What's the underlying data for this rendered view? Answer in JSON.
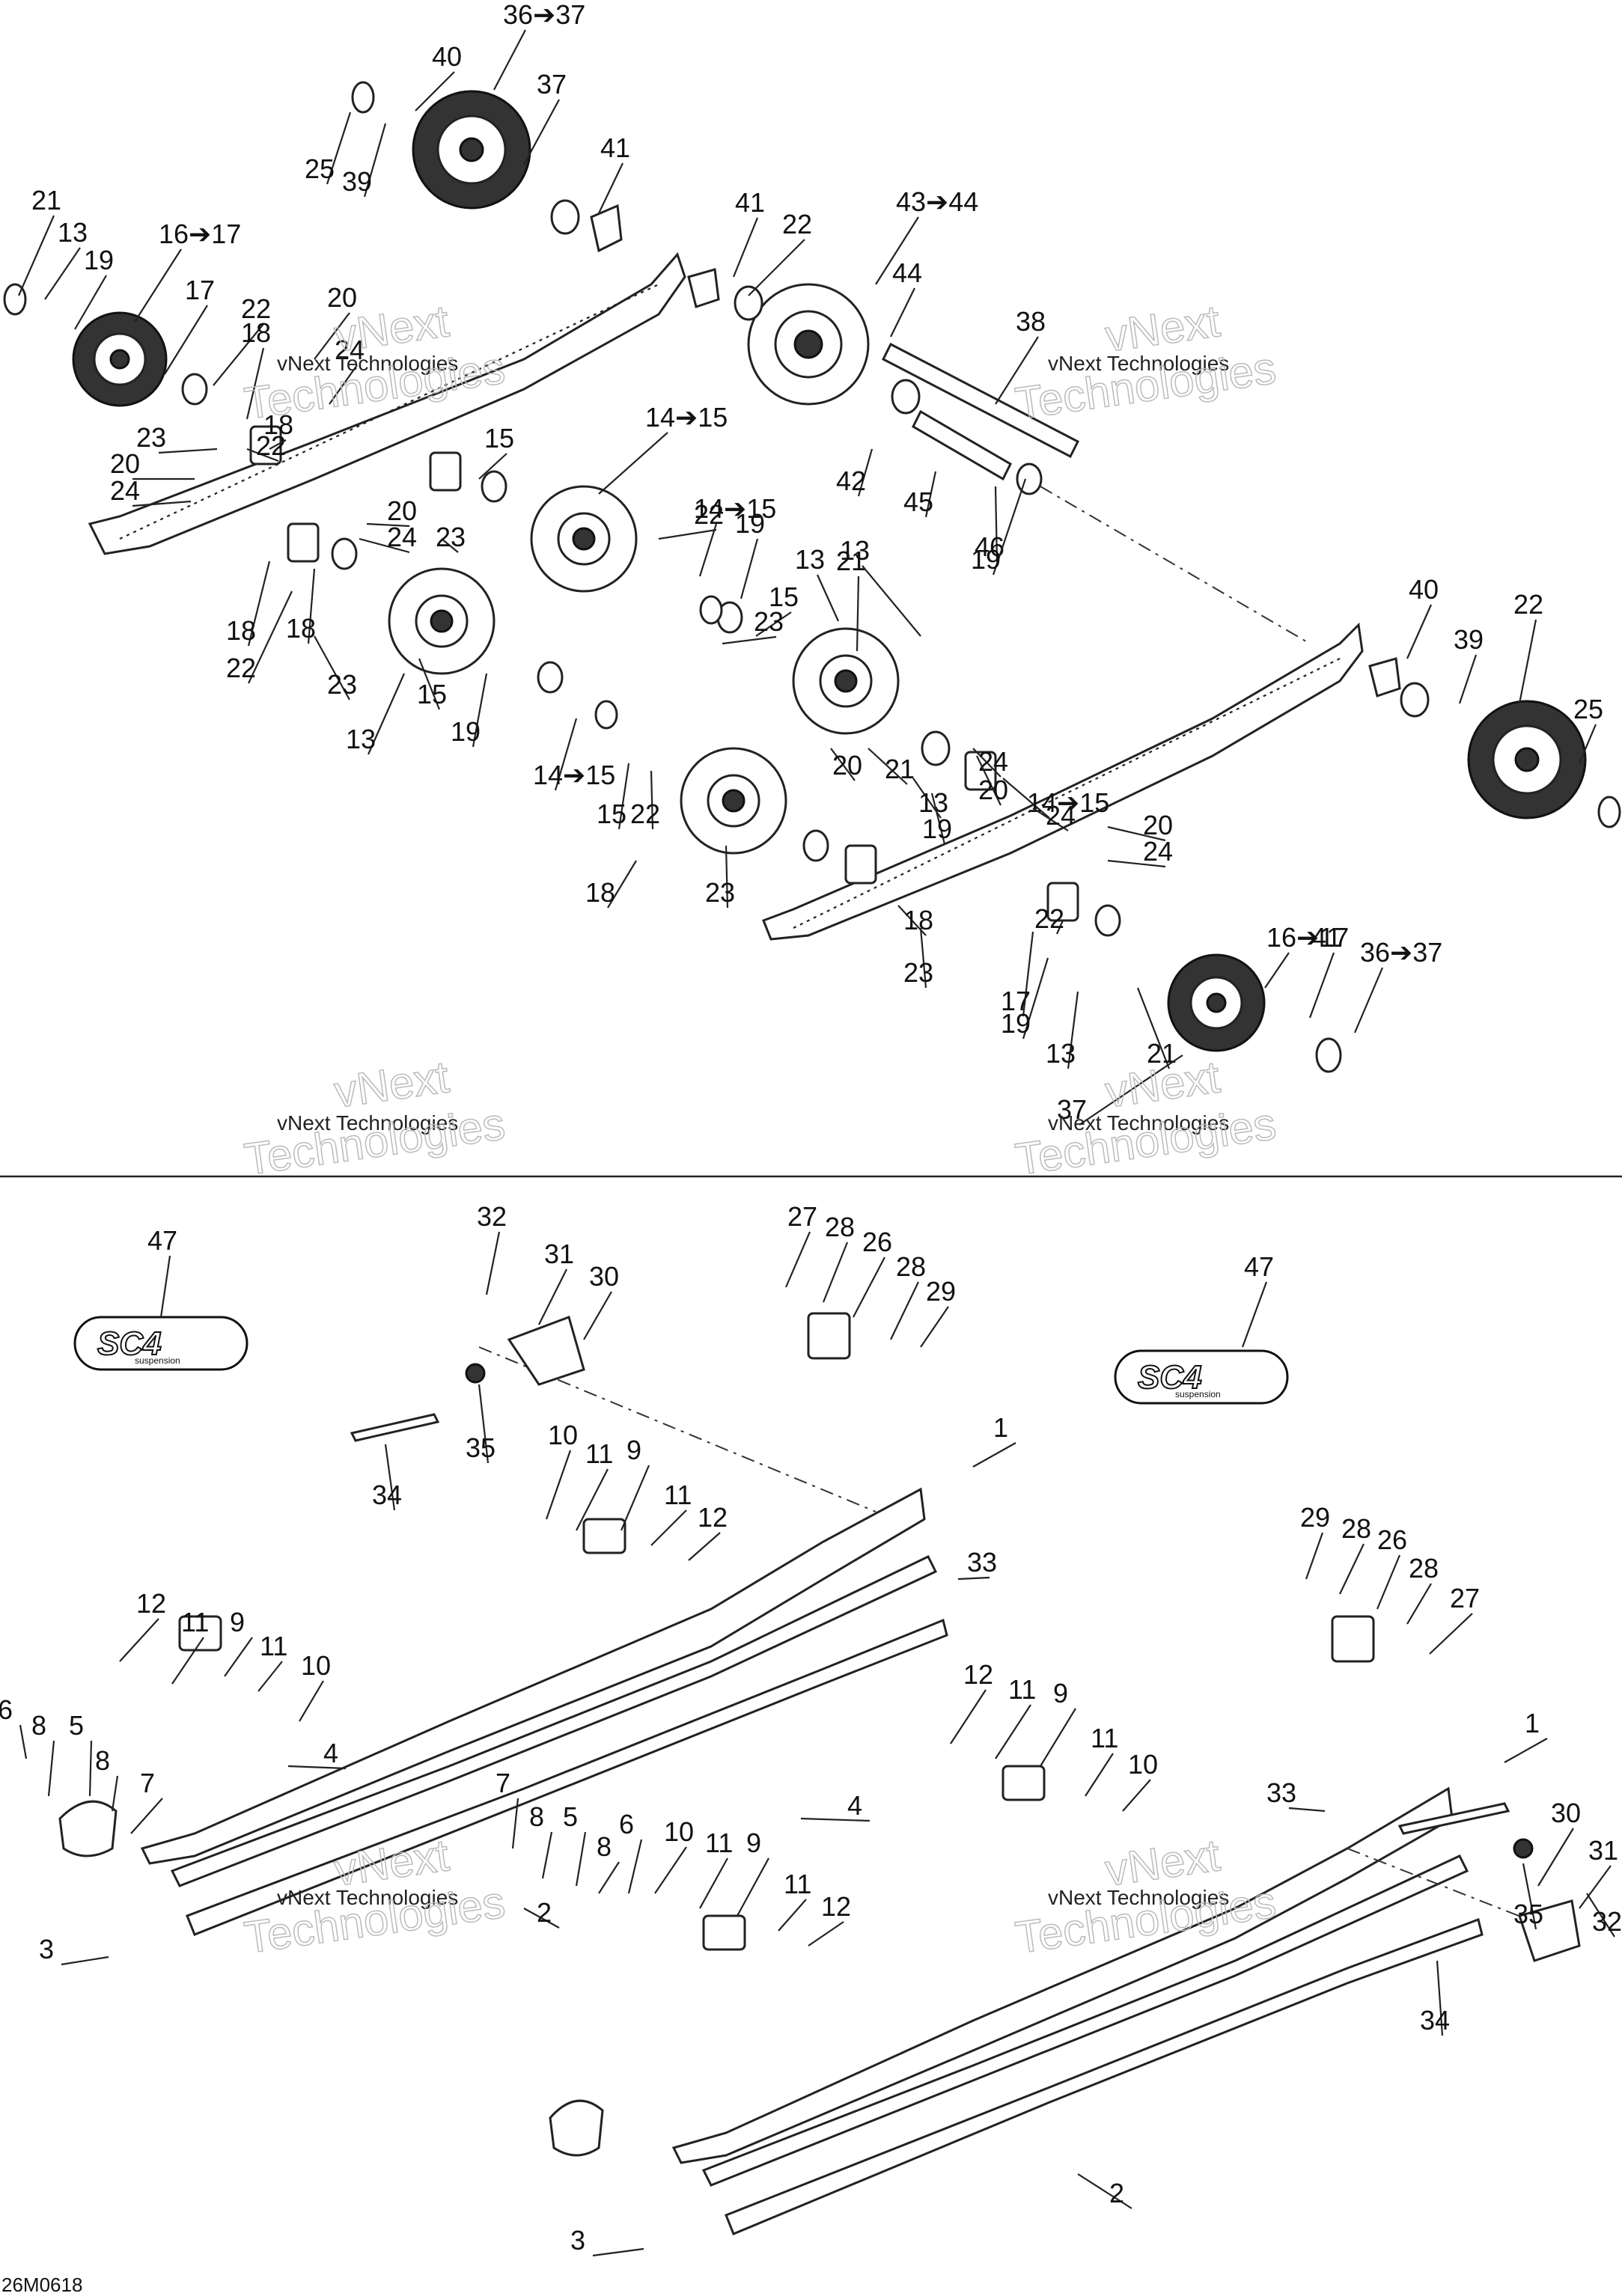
{
  "drawing_code": "26M0618",
  "watermark": {
    "line_small": "vNext Technologies",
    "line_big_1": "vNext",
    "line_big_2": "Technologies"
  },
  "logo": {
    "text": "SC4",
    "sub": "suspension"
  },
  "callouts_top": [
    "36➔37",
    "40",
    "37",
    "25",
    "39",
    "41",
    "21",
    "13",
    "16➔17",
    "19",
    "17",
    "22",
    "20",
    "18",
    "24",
    "23",
    "20",
    "24",
    "22",
    "18",
    "15",
    "14➔15",
    "20",
    "24",
    "23",
    "41",
    "22",
    "43➔44",
    "44",
    "38",
    "42",
    "45",
    "46",
    "19",
    "13",
    "21",
    "13",
    "14➔15",
    "19",
    "15",
    "22",
    "23",
    "18",
    "18",
    "22",
    "23",
    "15",
    "19",
    "13",
    "14➔15",
    "21",
    "13",
    "19",
    "14➔15",
    "15",
    "22",
    "18",
    "23",
    "20",
    "24",
    "20",
    "24",
    "20",
    "24",
    "18",
    "23",
    "22",
    "17",
    "19",
    "13",
    "21",
    "16➔17",
    "41",
    "36➔37",
    "37",
    "40",
    "22",
    "39",
    "25"
  ],
  "callouts_bottom": [
    "32",
    "31",
    "30",
    "27",
    "28",
    "26",
    "28",
    "29",
    "47",
    "47",
    "35",
    "34",
    "10",
    "11",
    "9",
    "11",
    "12",
    "1",
    "33",
    "12",
    "11",
    "9",
    "11",
    "10",
    "6",
    "8",
    "5",
    "8",
    "7",
    "4",
    "3",
    "2",
    "29",
    "28",
    "26",
    "28",
    "27",
    "12",
    "11",
    "9",
    "11",
    "10",
    "1",
    "33",
    "30",
    "31",
    "10",
    "11",
    "9",
    "11",
    "12",
    "7",
    "8",
    "5",
    "8",
    "6",
    "4",
    "35",
    "32",
    "34",
    "2",
    "3"
  ]
}
